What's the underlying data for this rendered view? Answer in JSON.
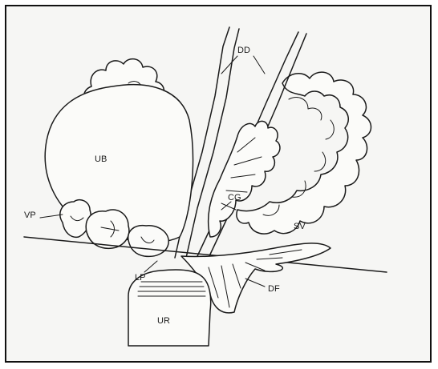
{
  "figure": {
    "labels": {
      "dd": "DD",
      "ub": "UB",
      "cg": "CG",
      "sv": "SV",
      "vp": "VP",
      "lp": "LP",
      "df": "DF",
      "ur": "UR"
    }
  }
}
